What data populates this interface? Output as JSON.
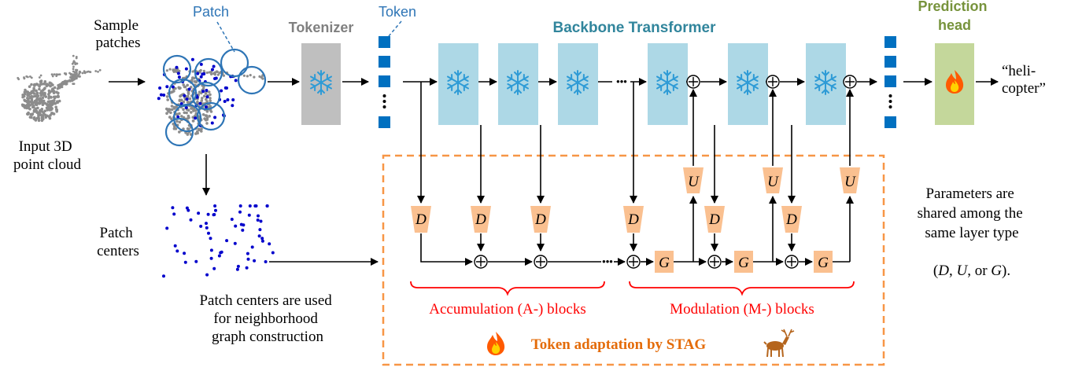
{
  "labels": {
    "sample_patches": [
      "Sample",
      "patches"
    ],
    "input_cloud": [
      "Input 3D",
      "point cloud"
    ],
    "patch": "Patch",
    "token": "Token",
    "tokenizer": "Tokenizer",
    "backbone": "Backbone Transformer",
    "prediction_head": [
      "Prediction",
      "head"
    ],
    "output": [
      "“heli-",
      "copter”"
    ],
    "patch_centers": [
      "Patch",
      "centers"
    ],
    "patch_centers_note": [
      "Patch centers are used",
      "for neighborhood",
      "graph construction"
    ],
    "accumulation": "Accumulation (A-) blocks",
    "modulation": "Modulation (M-) blocks",
    "stag": "Token adaptation by STAG",
    "params_note": [
      "Parameters are",
      "shared among the",
      "same layer type"
    ],
    "params_note_last": [
      "(",
      "D",
      ", ",
      "U",
      ", or ",
      "G",
      ")."
    ],
    "layer_d": "D",
    "layer_u": "U",
    "layer_g": "G",
    "ellipsis": "•••"
  },
  "colors": {
    "backbone_block": "#add8e6",
    "backbone_text": "#31859c",
    "tokenizer_block": "#bfbfbf",
    "tokenizer_text": "#808080",
    "head_block": "#c4d79b",
    "head_text": "#77933c",
    "token_square": "#0070c0",
    "stag_layer": "#fac090",
    "stag_border": "#f79646",
    "stag_text": "#e46c0a",
    "brace_red": "#ff0000",
    "patch_blue": "#2e75b6",
    "points": "#0000cc"
  },
  "icons": {
    "frozen": "snowflake-icon",
    "trainable": "fire-icon",
    "stag": "stag-icon"
  }
}
